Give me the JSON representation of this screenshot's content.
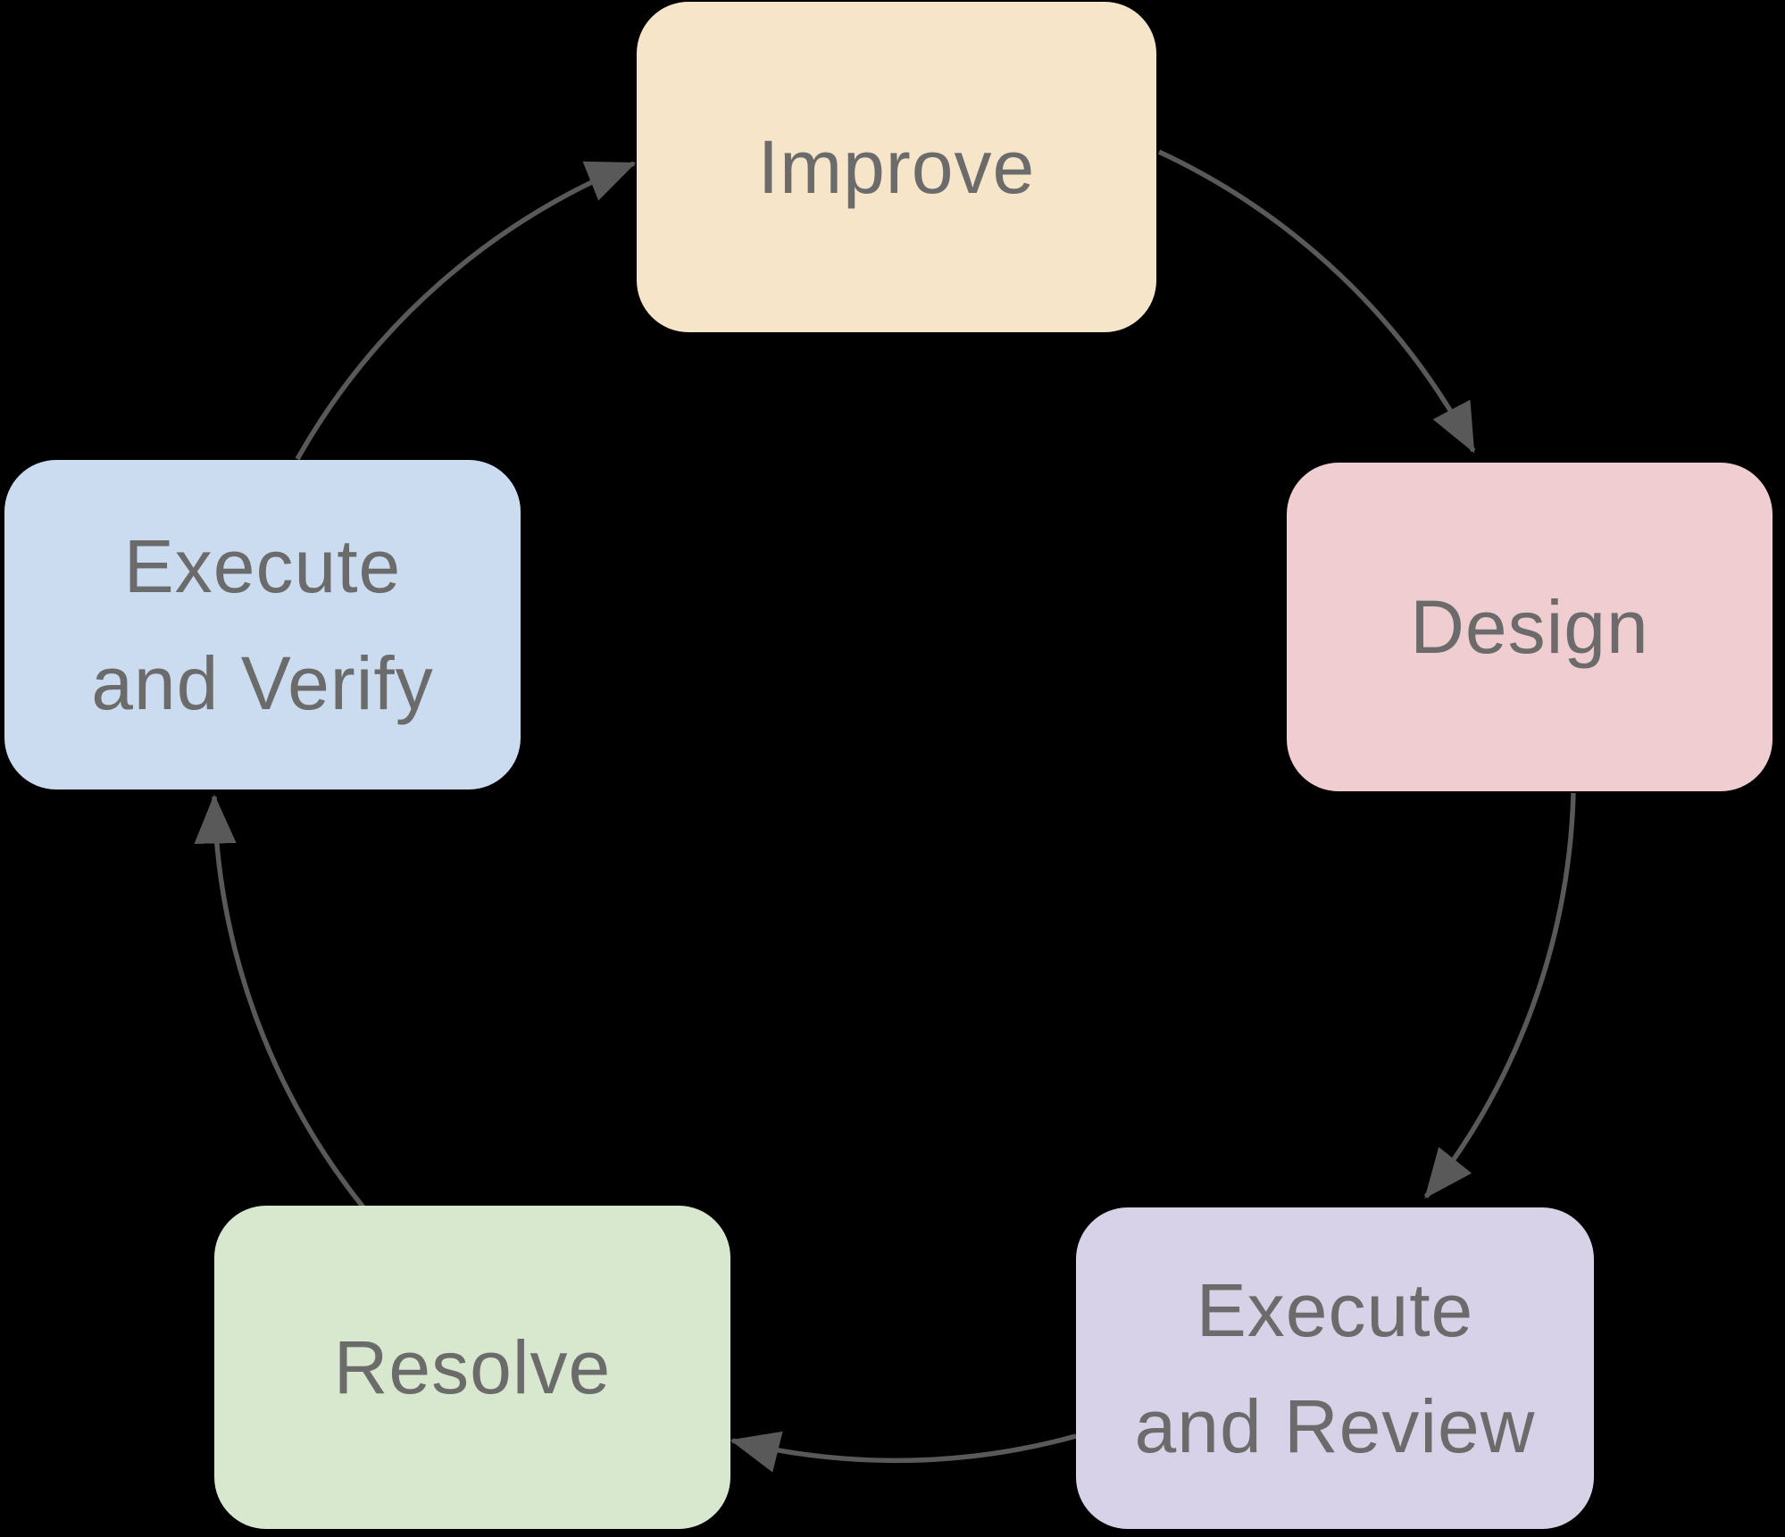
{
  "diagram": {
    "type": "cycle",
    "background": "#000000",
    "arrow_color": "#595959",
    "text_color": "#6b6b6b",
    "nodes": [
      {
        "id": "improve",
        "label": "Improve",
        "color": "#f6e5c8"
      },
      {
        "id": "design",
        "label": "Design",
        "color": "#f0cdd0"
      },
      {
        "id": "execute-review",
        "label": "Execute and Review",
        "label_lines": [
          "Execute",
          "and Review"
        ],
        "color": "#d8d2e8"
      },
      {
        "id": "resolve",
        "label": "Resolve",
        "color": "#d7e8ce"
      },
      {
        "id": "execute-verify",
        "label": "Execute and Verify",
        "label_lines": [
          "Execute",
          "and Verify"
        ],
        "color": "#cbdcf0"
      }
    ],
    "edges": [
      {
        "from": "improve",
        "to": "design"
      },
      {
        "from": "design",
        "to": "execute-review"
      },
      {
        "from": "execute-review",
        "to": "resolve"
      },
      {
        "from": "resolve",
        "to": "execute-verify"
      },
      {
        "from": "execute-verify",
        "to": "improve"
      }
    ]
  }
}
